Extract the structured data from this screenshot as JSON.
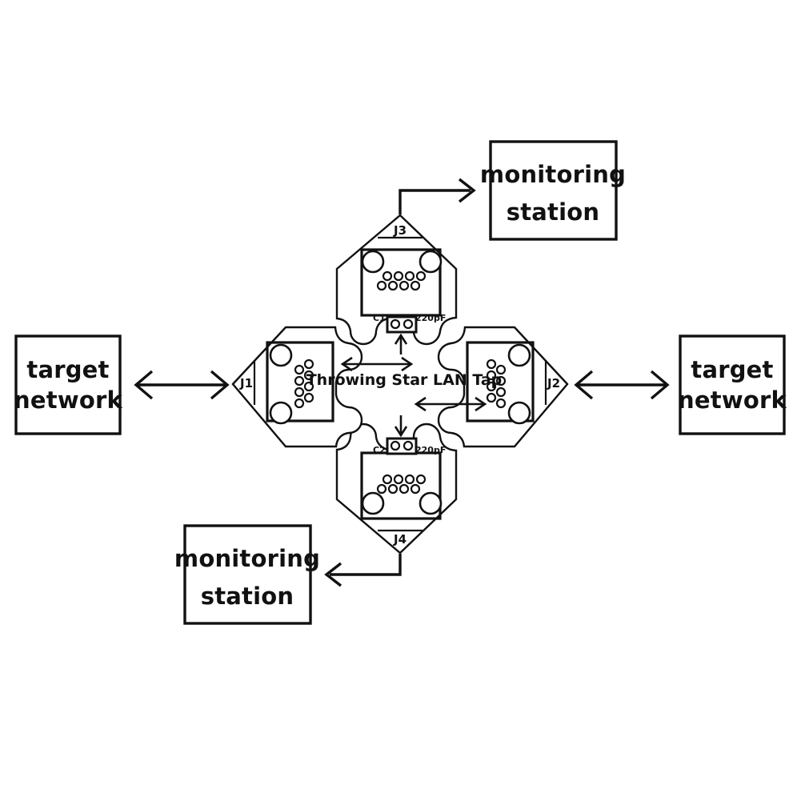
{
  "diagram": {
    "title": "Throwing Star LAN Tap",
    "center_label": "Throwing Star LAN Tap",
    "background_color": "#ffffff",
    "line_color": "#111111"
  },
  "device": {
    "name": "Throwing Star LAN Tap",
    "ports": [
      {
        "id": "J1",
        "label": "J1",
        "position": "left",
        "connects_to": "target network"
      },
      {
        "id": "J2",
        "label": "J2",
        "position": "right",
        "connects_to": "target network"
      },
      {
        "id": "J3",
        "label": "J3",
        "position": "top",
        "connects_to": "monitoring station"
      },
      {
        "id": "J4",
        "label": "J4",
        "position": "bottom",
        "connects_to": "monitoring station"
      }
    ],
    "capacitors": [
      {
        "id": "C1",
        "designator": "C1",
        "value": "220pF",
        "position": "top"
      },
      {
        "id": "C2",
        "designator": "C2",
        "value": "220pF",
        "position": "bottom"
      }
    ]
  },
  "boxes": [
    {
      "id": "target-network-left",
      "lines": [
        "target",
        "network"
      ],
      "position": "left"
    },
    {
      "id": "target-network-right",
      "lines": [
        "target",
        "network"
      ],
      "position": "right"
    },
    {
      "id": "monitoring-station-top",
      "lines": [
        "monitoring",
        "station"
      ],
      "position": "top-right"
    },
    {
      "id": "monitoring-station-bottom",
      "lines": [
        "monitoring",
        "station"
      ],
      "position": "bottom-left"
    }
  ],
  "connections": [
    {
      "id": "conn-left",
      "from": "target-network-left",
      "to": "J1",
      "style": "double-arrow",
      "direction": "bidirectional"
    },
    {
      "id": "conn-right",
      "from": "J2",
      "to": "target-network-right",
      "style": "double-arrow",
      "direction": "bidirectional"
    },
    {
      "id": "conn-top",
      "from": "J3",
      "to": "monitoring-station-top",
      "style": "single-arrow",
      "direction": "outgoing"
    },
    {
      "id": "conn-bottom",
      "from": "J4",
      "to": "monitoring-station-bottom",
      "style": "single-arrow",
      "direction": "outgoing"
    },
    {
      "id": "conn-center-left",
      "style": "double-arrow",
      "direction": "bidirectional"
    },
    {
      "id": "conn-center-right",
      "style": "double-arrow",
      "direction": "bidirectional"
    },
    {
      "id": "conn-center-up",
      "style": "single-arrow",
      "direction": "up"
    },
    {
      "id": "conn-center-down",
      "style": "single-arrow",
      "direction": "down"
    }
  ],
  "labels": {
    "j1": "J1",
    "j2": "J2",
    "j3": "J3",
    "j4": "J4",
    "c1": "C1",
    "c1_value": "220pF",
    "c2": "C2",
    "c2_value": "220pF",
    "center": "Throwing Star LAN Tap",
    "target_line1": "target",
    "target_line2": "network",
    "monitoring_line1": "monitoring",
    "monitoring_line2": "station"
  }
}
